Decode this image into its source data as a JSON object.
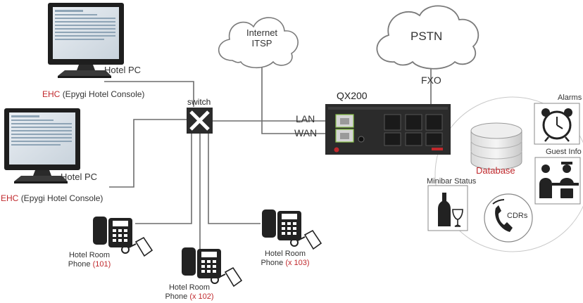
{
  "clouds": {
    "internet": {
      "line1": "Internet",
      "line2": "ITSP"
    },
    "pstn": {
      "label": "PSTN"
    }
  },
  "device": {
    "name": "QX200",
    "lan": "LAN",
    "wan": "WAN",
    "fxo": "FXO"
  },
  "switch": {
    "label": "switch"
  },
  "pcs": [
    {
      "label": "Hotel PC",
      "console_tag": "EHC",
      "console_desc": "(Epygi Hotel Console)"
    },
    {
      "label": "Hotel PC",
      "console_tag": "EHC",
      "console_desc": "(Epygi Hotel Console)"
    }
  ],
  "phones": [
    {
      "line1": "Hotel Room",
      "line2_prefix": "Phone ",
      "extension": "(101)"
    },
    {
      "line1": "Hotel Room",
      "line2_prefix": "Phone ",
      "extension": "(x 102)"
    },
    {
      "line1": "Hotel Room",
      "line2_prefix": "Phone ",
      "extension": "(x 103)"
    }
  ],
  "services": {
    "database": "Database",
    "alarms": "Alarms",
    "guest_info": "Guest Info",
    "minibar": "Minibar Status",
    "cdrs": "CDRs"
  },
  "colors": {
    "accent_red": "#c0282c",
    "line_gray": "#6d6d6d",
    "device_dark": "#2b2b2b"
  }
}
